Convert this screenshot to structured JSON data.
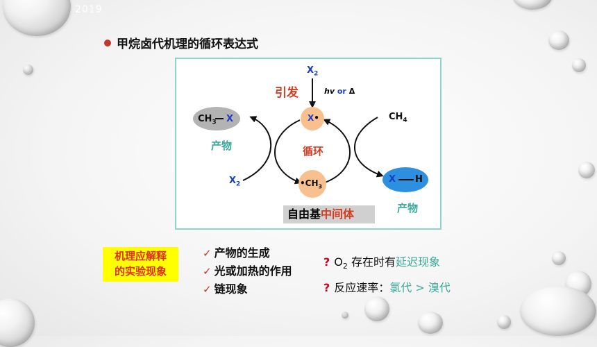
{
  "corner_text": "2019",
  "title": "甲烷卤代机理的循环表达式",
  "diagram": {
    "x2_top": "X",
    "x2_top_sub": "2",
    "initiation_label": "引发",
    "conditions_hv": "hv",
    "conditions_or": "or",
    "conditions_delta": "Δ",
    "radical_x": "X",
    "radical_dot": "•",
    "radical_ch3_dot": "•",
    "radical_ch3": "CH",
    "radical_ch3_sub": "3",
    "cycle_label": "循环",
    "ch3x_ch3": "CH",
    "ch3x_sub": "3",
    "ch3x_x": "X",
    "product_left": "产物",
    "x2_left": "X",
    "x2_left_sub": "2",
    "ch4": "CH",
    "ch4_sub": "4",
    "hx_x": "X",
    "hx_h": "H",
    "product_right": "产物",
    "intermediate_prefix": "自由基",
    "intermediate_highlight": "中间体"
  },
  "explain_box": {
    "line1": "机理应解释",
    "line2": "的实验现象"
  },
  "checks": [
    "产物的生成",
    "光或加热的作用",
    "链现象"
  ],
  "questions": {
    "q1_prefix": "O",
    "q1_sub": "2",
    "q1_middle": " 存在时有",
    "q1_highlight": "延迟现象",
    "q2_prefix": "反应速率：",
    "q2_highlight": "氯代 > 溴代"
  },
  "colors": {
    "box_border": "#8fd3cc",
    "radical_fill": "#f9c08f",
    "ch3x_fill": "#b3b3b3",
    "hx_fill": "#2d8fe0",
    "teal": "#3aa99a",
    "red": "#d63a1f",
    "blue": "#1a3fc4",
    "highlight_yellow": "#ffff00"
  }
}
